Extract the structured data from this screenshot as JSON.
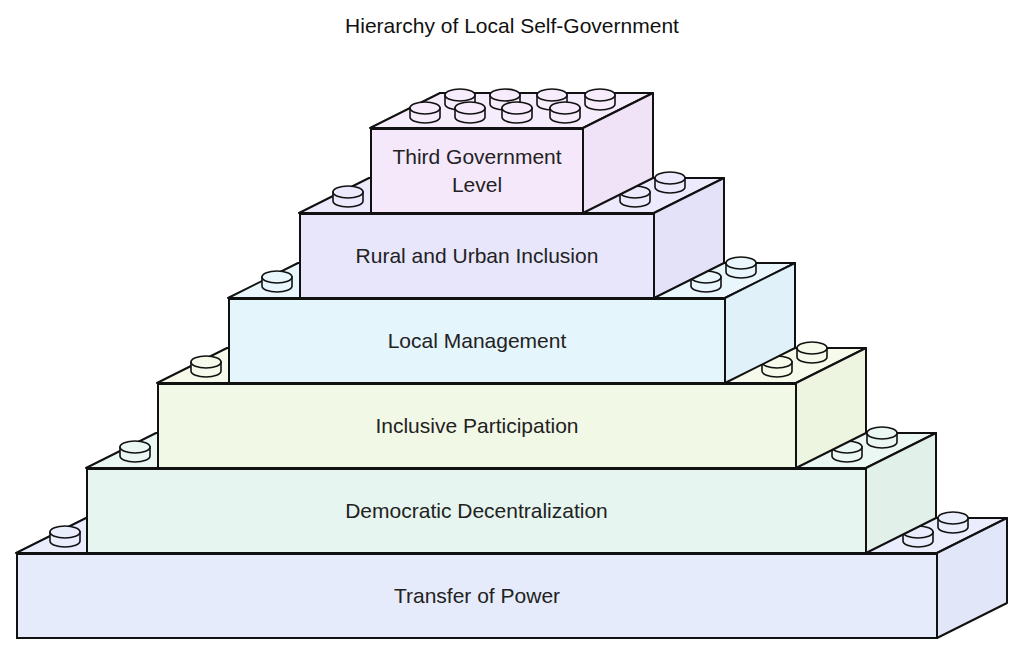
{
  "diagram": {
    "title": "Hierarchy of Local Self-Government",
    "nodes": [
      {
        "text": [
          "Third Government Level"
        ]
      },
      {
        "text": [
          "Rural and Urban Inclusion"
        ]
      },
      {
        "text": [
          "Local Management"
        ]
      },
      {
        "text": [
          "Inclusive Participation"
        ]
      },
      {
        "text": [
          "Democratic Decentralization"
        ]
      },
      {
        "text": [
          "Transfer of Power"
        ]
      }
    ]
  }
}
